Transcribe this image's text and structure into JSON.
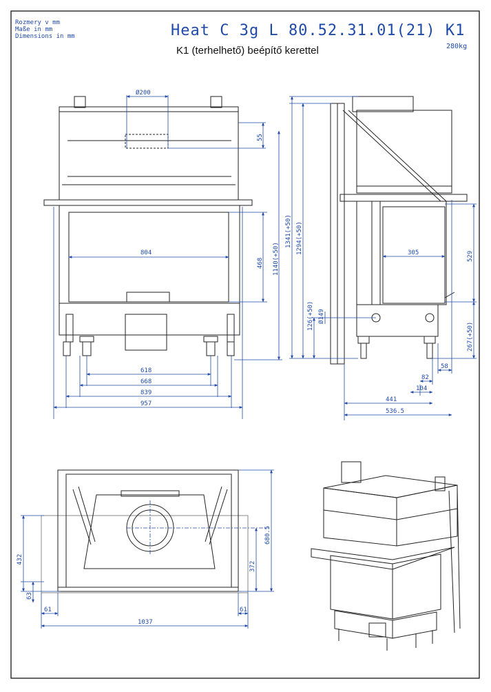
{
  "header": {
    "units": [
      "Rozmery v mm",
      "Maße in mm",
      "Dimensions in mm"
    ],
    "code": "Heat C 3g L 80.52.31.01(21) K1",
    "weight": "280kg",
    "subtitle": "K1 (terhelhető) beépítő kerettel"
  },
  "front_view": {
    "flue_diameter": "Ø200",
    "flue_offset": "55",
    "opening_width": "804",
    "opening_height": "468",
    "opening_base_height": "1140(+50)",
    "width_618": "618",
    "width_668": "668",
    "width_839": "839",
    "width_957": "957"
  },
  "side_view": {
    "height_total": "1341(+50)",
    "height_frame": "1294(+50)",
    "air_height": "126(+50)",
    "air_diameter": "Ø149",
    "opening_width": "305",
    "opening_height": "529",
    "base_height": "267(+50)",
    "depth_58": "58",
    "depth_82": "82",
    "depth_104": "104",
    "depth_441": "441",
    "depth_536": "536.5"
  },
  "top_view": {
    "depth_432": "432",
    "depth_63": "63",
    "depth_680": "680.5",
    "depth_372": "372",
    "edge_left": "61",
    "edge_right": "61",
    "width_total": "1037"
  },
  "colors": {
    "dimension": "#1f4aa8",
    "outline": "#222222",
    "frame": "#000000"
  }
}
